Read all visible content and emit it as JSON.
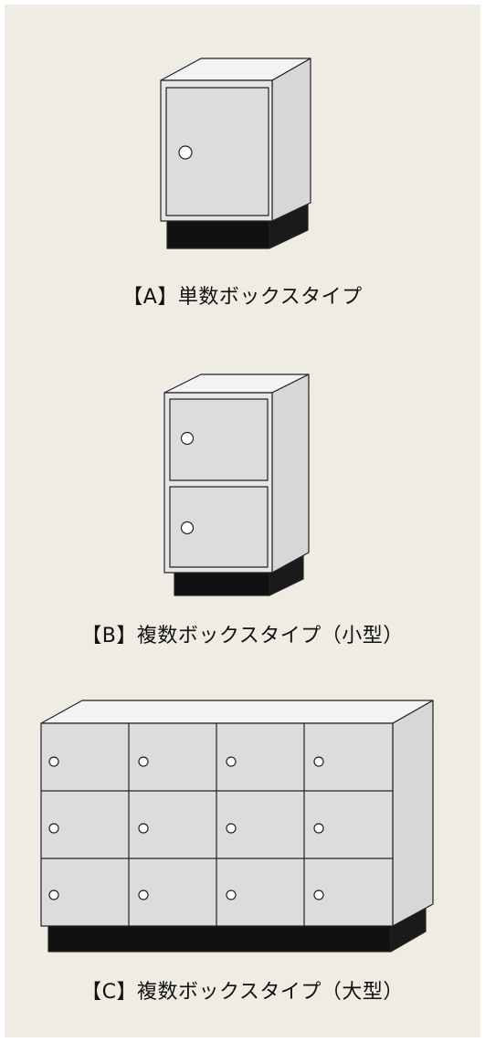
{
  "figure": {
    "items": [
      {
        "id": "A",
        "caption": "【A】単数ボックスタイプ"
      },
      {
        "id": "B",
        "caption": "【B】複数ボックスタイプ（小型）"
      },
      {
        "id": "C",
        "caption": "【C】複数ボックスタイプ（大型）"
      }
    ],
    "colors": {
      "background": "#efece3",
      "front": "#e6e6e6",
      "door": "#dcdcdc",
      "side": "#d7d7d7",
      "top": "#f3f3f3",
      "base": "#111111",
      "outline": "#222222"
    },
    "icons": [
      "keyhole-icon"
    ]
  }
}
